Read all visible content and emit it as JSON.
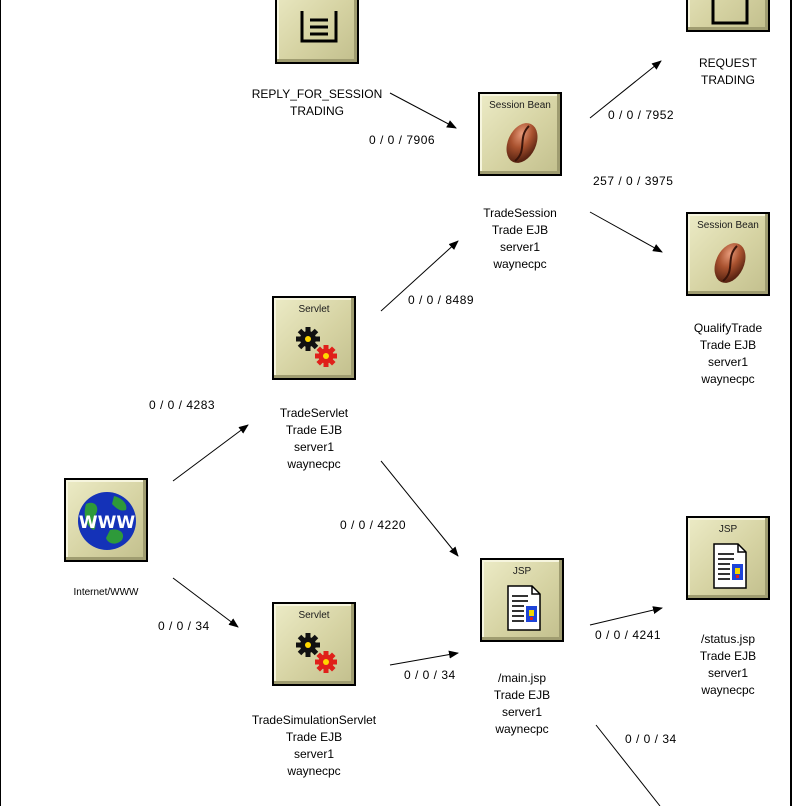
{
  "nodes": {
    "reply_queue": {
      "label_lines": [
        "REPLY_FOR_SESSION",
        "TRADING"
      ]
    },
    "request_queue": {
      "label_lines": [
        "REQUEST",
        "TRADING"
      ]
    },
    "trade_session": {
      "header": "Session Bean",
      "label_lines": [
        "TradeSession",
        "Trade EJB",
        "server1",
        "waynecpc"
      ]
    },
    "qualify_trade": {
      "header": "Session Bean",
      "label_lines": [
        "QualifyTrade",
        "Trade EJB",
        "server1",
        "waynecpc"
      ]
    },
    "trade_servlet": {
      "header": "Servlet",
      "label_lines": [
        "TradeServlet",
        "Trade EJB",
        "server1",
        "waynecpc"
      ]
    },
    "internet": {
      "icon_text": "WWW",
      "label_lines": [
        "Internet/WWW"
      ]
    },
    "trade_sim_servlet": {
      "header": "Servlet",
      "label_lines": [
        "TradeSimulationServlet",
        "Trade EJB",
        "server1",
        "waynecpc"
      ]
    },
    "main_jsp": {
      "header": "JSP",
      "label_lines": [
        "/main.jsp",
        "Trade EJB",
        "server1",
        "waynecpc"
      ]
    },
    "status_jsp": {
      "header": "JSP",
      "label_lines": [
        "/status.jsp",
        "Trade EJB",
        "server1",
        "waynecpc"
      ]
    }
  },
  "edges": {
    "reply_to_session": "0 / 0 / 7906",
    "session_to_request": "0 / 0 / 7952",
    "session_to_qualify": "257 / 0 / 3975",
    "servlet_to_session": "0 / 0 / 8489",
    "internet_to_servlet": "0 / 0 / 4283",
    "servlet_to_main": "0 / 0 / 4220",
    "internet_to_sim": "0 / 0 / 34",
    "sim_to_main": "0 / 0 / 34",
    "main_to_status": "0 / 0 / 4241",
    "main_to_offscreen": "0 / 0 / 34"
  },
  "icons": {
    "queue": "document-list-icon",
    "session_bean": "coffee-bean-icon",
    "servlet": "gears-icon",
    "jsp": "document-page-icon",
    "internet": "globe-icon"
  }
}
